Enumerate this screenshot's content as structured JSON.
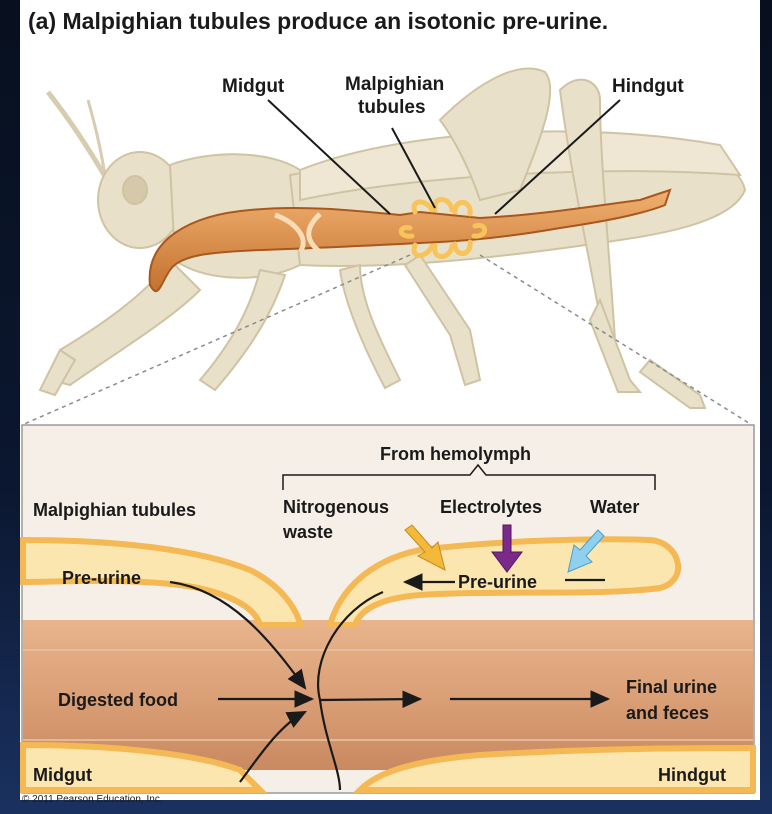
{
  "title": "(a) Malpighian tubules produce an isotonic pre-urine.",
  "labels": {
    "midgut_top": "Midgut",
    "malpighian_top_line1": "Malpighian",
    "malpighian_top_line2": "tubules",
    "hindgut_top": "Hindgut",
    "from_hemolymph": "From hemolymph",
    "malpighian_tubules": "Malpighian tubules",
    "nitrogenous_line1": "Nitrogenous",
    "nitrogenous_line2": "waste",
    "electrolytes": "Electrolytes",
    "water": "Water",
    "preurine_left": "Pre-urine",
    "preurine_right": "Pre-urine",
    "digested_food": "Digested food",
    "final_urine_line1": "Final urine",
    "final_urine_line2": "and feces",
    "midgut_bottom": "Midgut",
    "hindgut_bottom": "Hindgut"
  },
  "colors": {
    "nitrogenous_arrow": "#f2b93b",
    "electrolytes_arrow": "#7b2a8c",
    "water_arrow": "#8fd0ef",
    "gut": "#d9a27a",
    "tubule": "#fbe3a6",
    "tubule_edge": "#f4b955",
    "insect": "#e6dcc4",
    "gut_organ": "#e0964e"
  },
  "copyright": "© 2011 Pearson Education, Inc."
}
